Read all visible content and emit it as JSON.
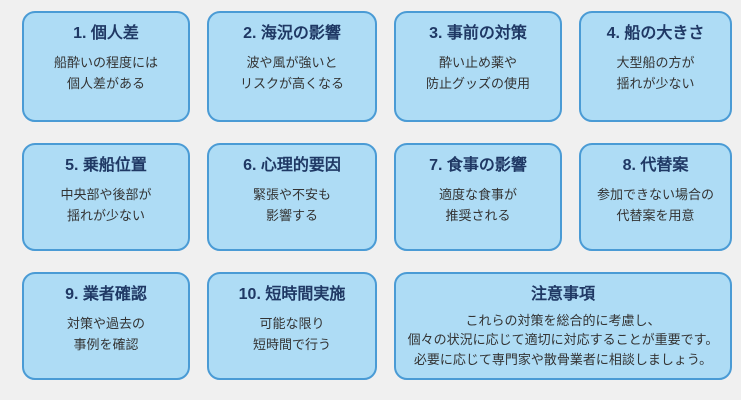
{
  "colors": {
    "page_background": "#f0f0f0",
    "card_background": "#aedcf5",
    "card_border": "#4a9bd5",
    "title_text": "#1f3864",
    "body_text": "#333333"
  },
  "cards": [
    {
      "title": "1. 個人差",
      "body": "船酔いの程度には\n個人差がある"
    },
    {
      "title": "2. 海況の影響",
      "body": "波や風が強いと\nリスクが高くなる"
    },
    {
      "title": "3. 事前の対策",
      "body": "酔い止め薬や\n防止グッズの使用"
    },
    {
      "title": "4. 船の大きさ",
      "body": "大型船の方が\n揺れが少ない"
    },
    {
      "title": "5. 乗船位置",
      "body": "中央部や後部が\n揺れが少ない"
    },
    {
      "title": "6. 心理的要因",
      "body": "緊張や不安も\n影響する"
    },
    {
      "title": "7. 食事の影響",
      "body": "適度な食事が\n推奨される"
    },
    {
      "title": "8. 代替案",
      "body": "参加できない場合の\n代替案を用意"
    },
    {
      "title": "9. 業者確認",
      "body": "対策や過去の\n事例を確認"
    },
    {
      "title": "10. 短時間実施",
      "body": "可能な限り\n短時間で行う"
    }
  ],
  "notice": {
    "title": "注意事項",
    "body": "これらの対策を総合的に考慮し、\n個々の状況に応じて適切に対応することが重要です。\n必要に応じて専門家や散骨業者に相談しましょう。"
  }
}
